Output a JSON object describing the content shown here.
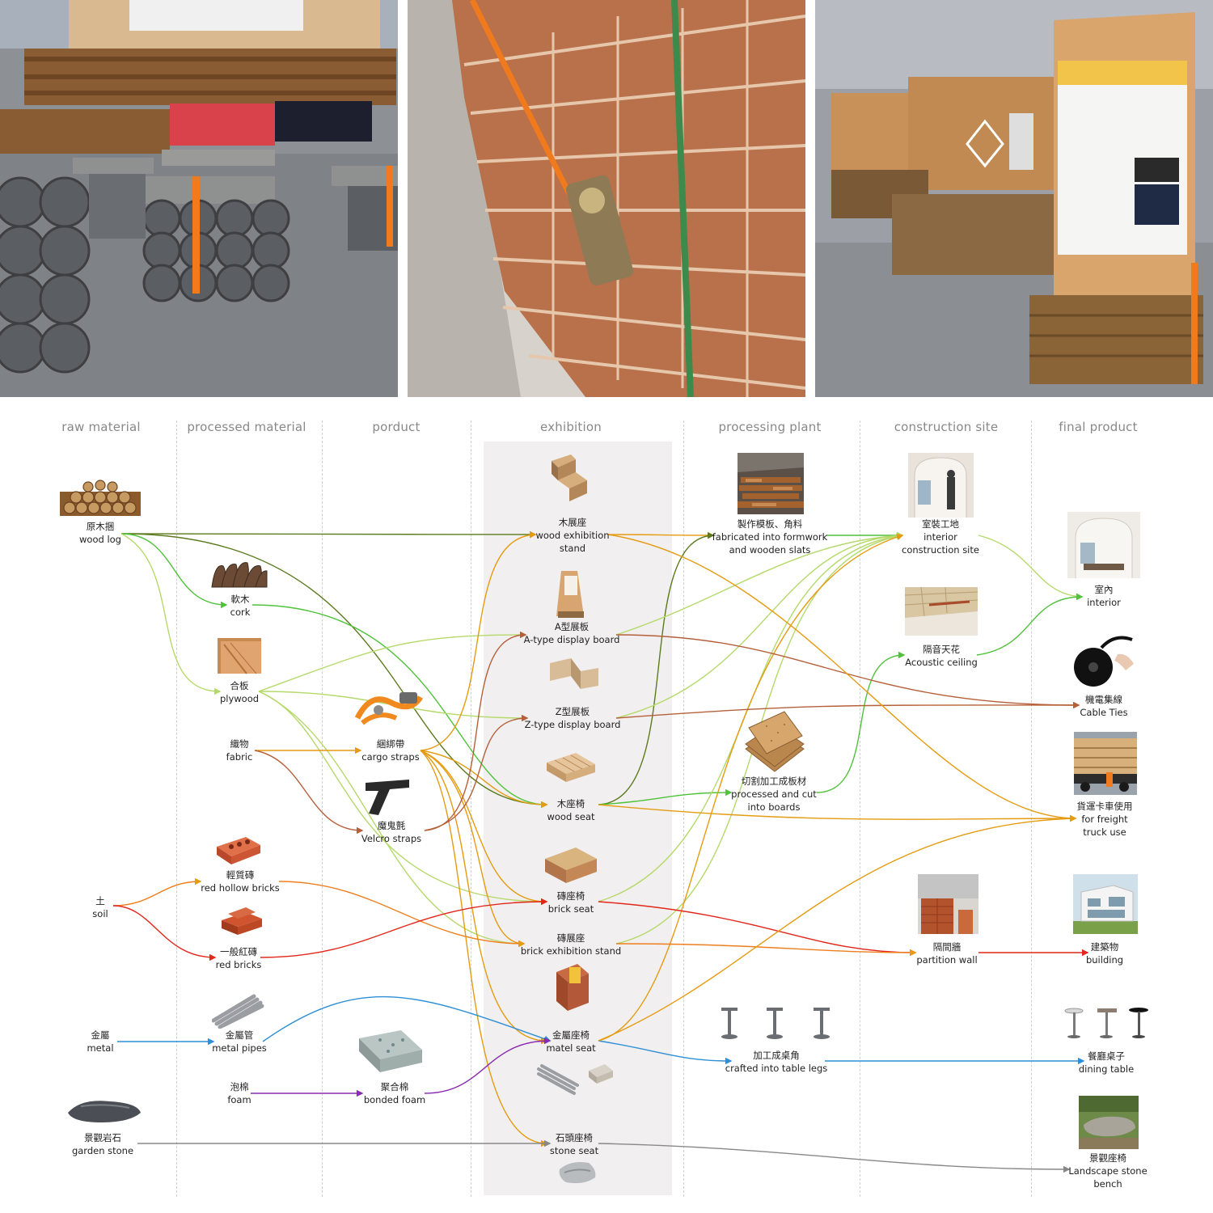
{
  "columns": {
    "raw_material": "raw material",
    "processed_material": "processed material",
    "product": "porduct",
    "exhibition": "exhibition",
    "processing_plant": "processing plant",
    "construction_site": "construction site",
    "final_product": "final product"
  },
  "nodes": {
    "wood_log": {
      "zh": "原木捆",
      "en": "wood log"
    },
    "soil": {
      "zh": "土",
      "en": "soil"
    },
    "metal": {
      "zh": "金屬",
      "en": "metal"
    },
    "garden_stone": {
      "zh": "景觀岩石",
      "en": "garden stone"
    },
    "cork": {
      "zh": "軟木",
      "en": "cork"
    },
    "plywood": {
      "zh": "合板",
      "en": "plywood"
    },
    "fabric": {
      "zh": "織物",
      "en": "fabric"
    },
    "red_hollow_bricks": {
      "zh": "輕質磚",
      "en": "red hollow bricks"
    },
    "red_bricks": {
      "zh": "一般紅磚",
      "en": "red bricks"
    },
    "metal_pipes": {
      "zh": "金屬管",
      "en": "metal pipes"
    },
    "foam": {
      "zh": "泡棉",
      "en": "foam"
    },
    "cargo_straps": {
      "zh": "綑綁帶",
      "en": "cargo straps"
    },
    "velcro_straps": {
      "zh": "魔鬼氈",
      "en": "Velcro straps"
    },
    "bonded_foam": {
      "zh": "聚合棉",
      "en": "bonded foam"
    },
    "wood_exhibition_stand": {
      "zh": "木展座",
      "en": "wood exhibition",
      "en2": "stand"
    },
    "a_type_board": {
      "zh": "A型展板",
      "en": "A-type display board"
    },
    "z_type_board": {
      "zh": "Z型展板",
      "en": "Z-type display board"
    },
    "wood_seat": {
      "zh": "木座椅",
      "en": "wood seat"
    },
    "brick_seat": {
      "zh": "磚座椅",
      "en": "brick seat"
    },
    "brick_exhibition_stand": {
      "zh": "磚展座",
      "en": "brick exhibition stand"
    },
    "metal_seat": {
      "zh": "金屬座椅",
      "en": "matel seat"
    },
    "stone_seat": {
      "zh": "石頭座椅",
      "en": "stone seat"
    },
    "formwork": {
      "zh": "製作模板、角料",
      "en": "fabricated into formwork",
      "en2": "and wooden slats"
    },
    "cut_boards": {
      "zh": "切割加工成板材",
      "en": "processed and cut",
      "en2": "into boards"
    },
    "table_legs": {
      "zh": "加工成桌角",
      "en": "crafted into table legs"
    },
    "interior_site": {
      "zh": "室裝工地",
      "en": "interior",
      "en2": "construction site"
    },
    "acoustic_ceiling": {
      "zh": "隔音天花",
      "en": "Acoustic ceiling"
    },
    "partition_wall": {
      "zh": "隔間牆",
      "en": "partition wall"
    },
    "interior": {
      "zh": "室內",
      "en": "interior"
    },
    "cable_ties": {
      "zh": "機電集線",
      "en": "Cable Ties"
    },
    "freight_truck": {
      "zh": "貨運卡車使用",
      "en": "for freight",
      "en2": "truck use"
    },
    "building": {
      "zh": "建築物",
      "en": "building"
    },
    "dining_table": {
      "zh": "餐廳桌子",
      "en": "dining table"
    },
    "landscape_bench": {
      "zh": "景觀座椅",
      "en": "Landscape stone",
      "en2": "bench"
    }
  },
  "colors": {
    "dark_green": "#5c7a1e",
    "green": "#4fc23a",
    "lime": "#b5d96a",
    "orange": "#e59b12",
    "brown": "#b5603a",
    "red": "#e2261a",
    "blue": "#2e8fd6",
    "purple": "#8a2bb0",
    "gray": "#888888",
    "band": "#f1efef"
  }
}
